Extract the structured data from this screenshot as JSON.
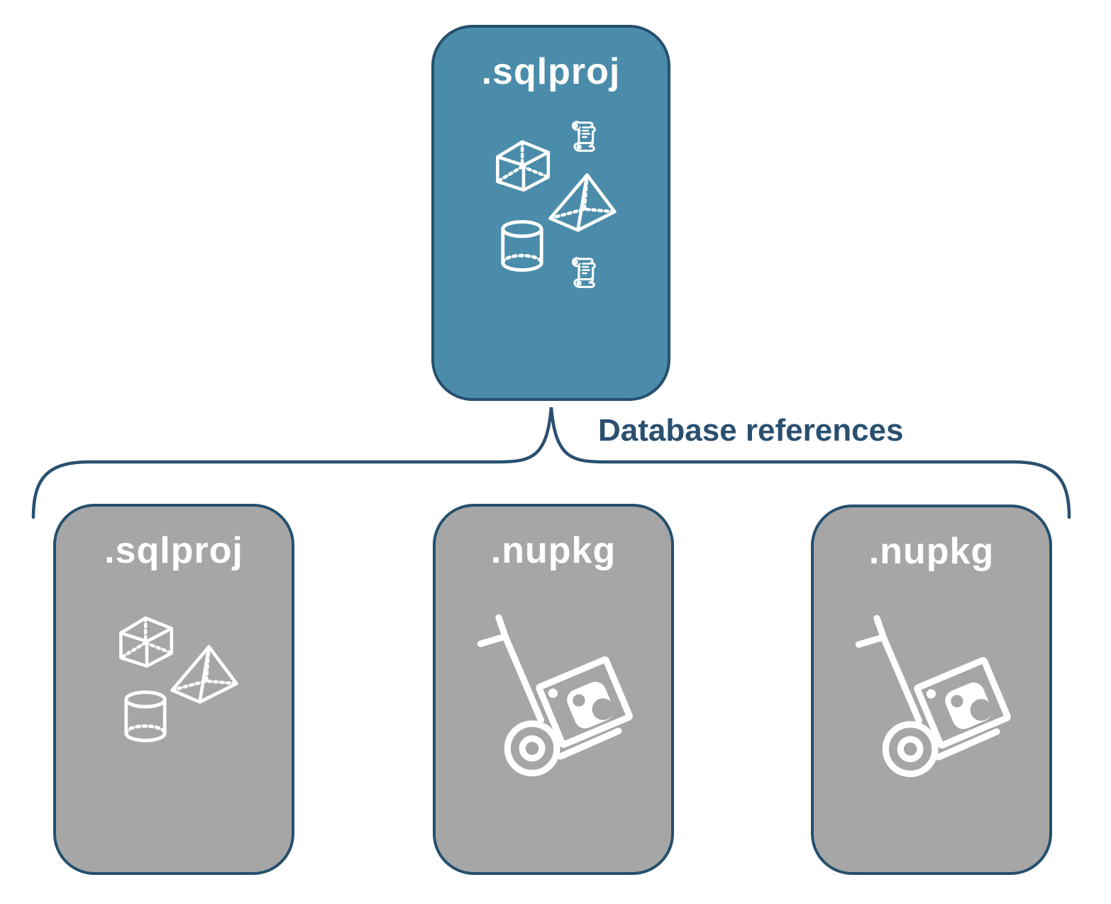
{
  "diagram": {
    "title_node": {
      "label": ".sqlproj",
      "icons": [
        "script-scroll-icon",
        "cube-icon",
        "pyramid-icon",
        "cylinder-icon",
        "script-scroll-icon"
      ]
    },
    "connector": {
      "label": "Database references"
    },
    "children": [
      {
        "label": ".sqlproj",
        "icons": [
          "cube-icon",
          "pyramid-icon",
          "cylinder-icon"
        ]
      },
      {
        "label": ".nupkg",
        "icons": [
          "nuget-handtruck-icon"
        ]
      },
      {
        "label": ".nupkg",
        "icons": [
          "nuget-handtruck-icon"
        ]
      }
    ],
    "colors": {
      "parent_fill": "#4a8caa",
      "child_fill": "#a6a6a6",
      "outline": "#25506e",
      "connector_text": "#2a5070",
      "icon_stroke": "#ffffff",
      "background": "#ffffff"
    }
  }
}
